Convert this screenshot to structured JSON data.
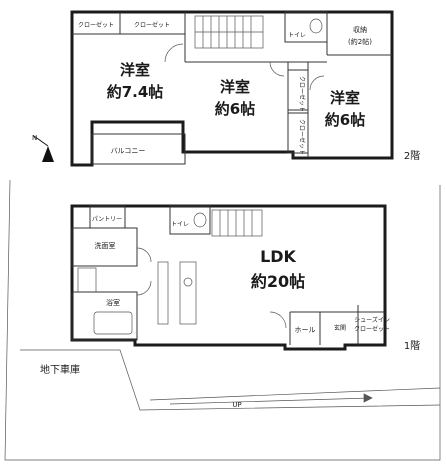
{
  "floor2": {
    "rooms": {
      "western_74": [
        "洋室",
        "約7.4帖"
      ],
      "western_6a": [
        "洋室",
        "約6帖"
      ],
      "western_6b": [
        "洋室",
        "約6帖"
      ]
    },
    "closet_left": "クローゼット",
    "closet_mid": "クローゼット",
    "storage": [
      "収納",
      "(約2帖)"
    ],
    "toilet": "トイレ",
    "closet_v1": "クローゼット",
    "closet_v2": "クローゼット",
    "balcony": "バルコニー",
    "floor_label": "2階"
  },
  "floor1": {
    "ldk": [
      "LDK",
      "約20帖"
    ],
    "pantry": "パントリー",
    "washroom": "洗面室",
    "bathroom": "浴室",
    "toilet": "トイレ",
    "hall": "ホール",
    "entrance": "玄関",
    "shoes_closet": [
      "シューズイン",
      "クローゼット"
    ],
    "floor_label": "1階"
  },
  "garage": "地下車庫",
  "up_label": "UP",
  "compass": "N"
}
